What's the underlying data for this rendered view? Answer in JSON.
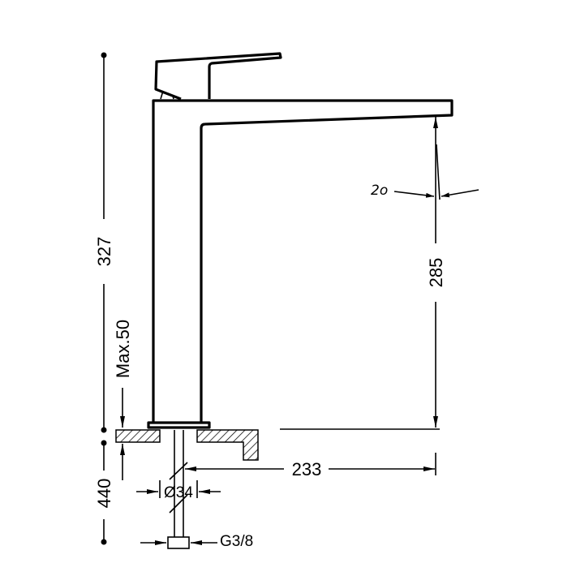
{
  "drawing": {
    "dimensions": {
      "total_height": "327",
      "spout_height": "285",
      "spout_reach": "233",
      "max_counter_thickness": "Max.50",
      "hose_length": "440",
      "pipe_diameter": "Ø34",
      "connection_thread": "G3/8",
      "spout_angle": "2o"
    },
    "colors": {
      "line": "#000000",
      "background": "#ffffff"
    }
  }
}
